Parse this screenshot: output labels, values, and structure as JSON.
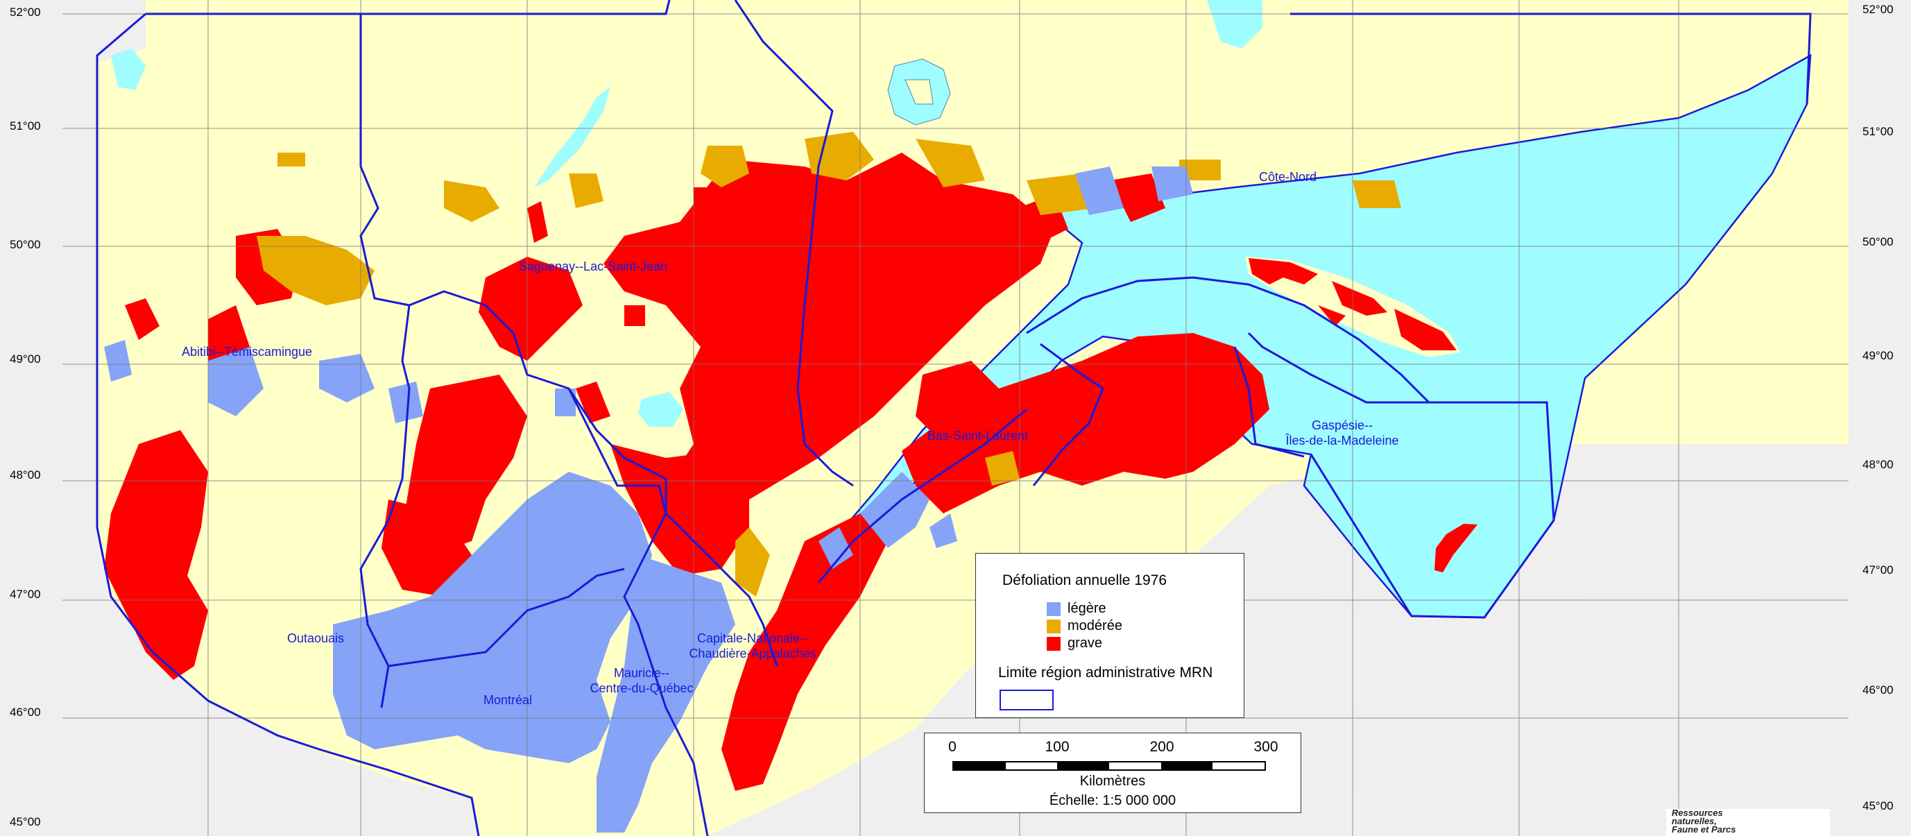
{
  "map": {
    "latitude_labels_left": [
      "52°00",
      "51°00",
      "50°00",
      "49°00",
      "48°00",
      "47°00",
      "46°00",
      "45°00"
    ],
    "latitude_labels_right": [
      "52°00",
      "51°00",
      "50°00",
      "49°00",
      "48°00",
      "47°00",
      "46°00",
      "45°00"
    ],
    "regions": [
      {
        "name": "Côte-Nord"
      },
      {
        "name": "Saguenay--Lac-Saint-Jean"
      },
      {
        "name": "Abitibi--Témiscamingue"
      },
      {
        "name": "Bas-Saint-Laurent"
      },
      {
        "name": "Gaspésie--",
        "line2": "Îles-de-la-Madeleine"
      },
      {
        "name": "Outaouais"
      },
      {
        "name": "Capitale-Nationale--",
        "line2": "Chaudière-Appalaches"
      },
      {
        "name": "Mauricie--",
        "line2": "Centre-du-Québec"
      },
      {
        "name": "Montréal"
      }
    ],
    "colors": {
      "land": "#ffffc8",
      "water": "#9ffcff",
      "background": "#efefef",
      "boundary": "#1a1ad8",
      "grid": "#777777",
      "legere": "#85a3f7",
      "moderee": "#e8ac00",
      "grave": "#fe0000"
    }
  },
  "legend": {
    "title": "Défoliation annuelle 1976",
    "items": [
      {
        "label": "légère",
        "color": "#85a3f7"
      },
      {
        "label": "modérée",
        "color": "#e8ac00"
      },
      {
        "label": "grave",
        "color": "#fe0000"
      }
    ],
    "limit_label": "Limite région administrative MRN"
  },
  "scale": {
    "ticks": [
      "0",
      "100",
      "200",
      "300"
    ],
    "unit": "Kilomètres",
    "ratio": "Échelle: 1:5 000 000"
  },
  "logo": {
    "line1": "Ressources",
    "line2": "naturelles,",
    "line3": "Faune et Parcs"
  }
}
